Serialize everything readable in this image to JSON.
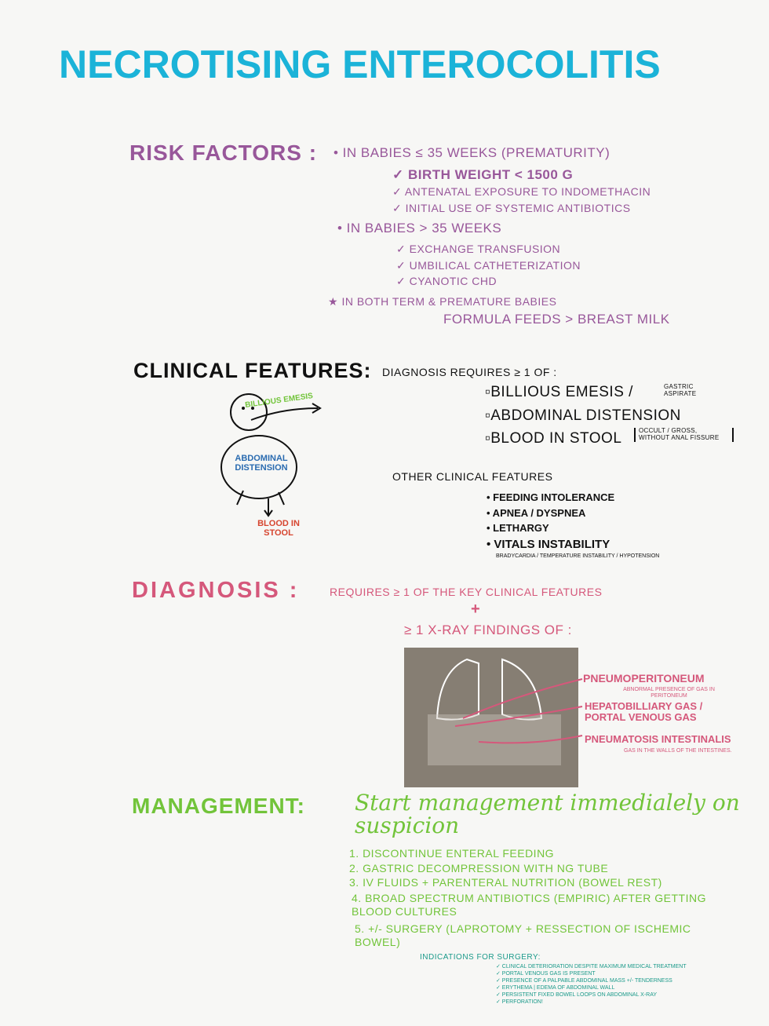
{
  "title": "Necrotising Enterocolitis",
  "risk_factors": {
    "heading": "Risk Factors :",
    "group1": "• In babies ≤ 35 weeks (prematurity)",
    "group1_items": [
      "✓ Birth weight < 1500 g",
      "✓ Antenatal exposure to Indomethacin",
      "✓ Initial use of systemic antibiotics"
    ],
    "group2": "• In babies > 35 weeks",
    "group2_items": [
      "✓ Exchange transfusion",
      "✓ Umbilical catheterization",
      "✓ Cyanotic CHD"
    ],
    "both": "★ In both term & premature babies",
    "formula": "Formula feeds > Breast milk"
  },
  "clinical": {
    "heading": "Clinical Features:",
    "requires": "Diagnosis requires ≥ 1 of :",
    "key": [
      "Billious emesis /",
      "Abdominal distension",
      "Blood in stool"
    ],
    "emesis_note": "Gastric aspirate",
    "stool_note": "Occult / gross, without anal fissure",
    "drawing_labels": {
      "emesis": "Billious emesis",
      "abdomen": "Abdominal distension",
      "stool": "Blood in stool"
    },
    "other_heading": "Other clinical features",
    "other": [
      "• Feeding intolerance",
      "• Apnea / dyspnea",
      "• Lethargy",
      "• Vitals instability"
    ],
    "vitals_note": "Bradycardia / temperature instability / hypotension"
  },
  "diagnosis": {
    "heading": "Diagnosis :",
    "requires": "Requires ≥ 1 of the key clinical features",
    "plus": "+",
    "xray": "≥ 1 X-ray findings of :",
    "findings": [
      {
        "label": "Pneumoperitoneum",
        "note": "Abnormal presence of gas in peritoneum"
      },
      {
        "label": "Hepatobilliary gas / portal venous gas",
        "note": ""
      },
      {
        "label": "Pneumatosis intestinalis",
        "note": "Gas in the walls of the intestines."
      }
    ]
  },
  "management": {
    "heading": "Management:",
    "intro": "Start management immedialely on suspicion",
    "steps": [
      "1. Discontinue enteral feeding",
      "2. Gastric decompression with NG tube",
      "3. IV fluids + parenteral nutrition (bowel rest)",
      "4. Broad spectrum antibiotics (empiric) after getting blood cultures",
      "5. +/- Surgery (laprotomy + ressection of ischemic bowel)"
    ],
    "indications_heading": "Indications for surgery:",
    "indications": [
      "✓ Clinical deterioration despite maximum medical treatment",
      "✓ Portal venous gas is present",
      "✓ Presence of a palpable abdominal mass +/- tenderness",
      "✓ Erythema | edema of abdominal wall",
      "✓ Persistent fixed bowel loops on abdominal X-ray",
      "✓ Perforation!"
    ]
  }
}
